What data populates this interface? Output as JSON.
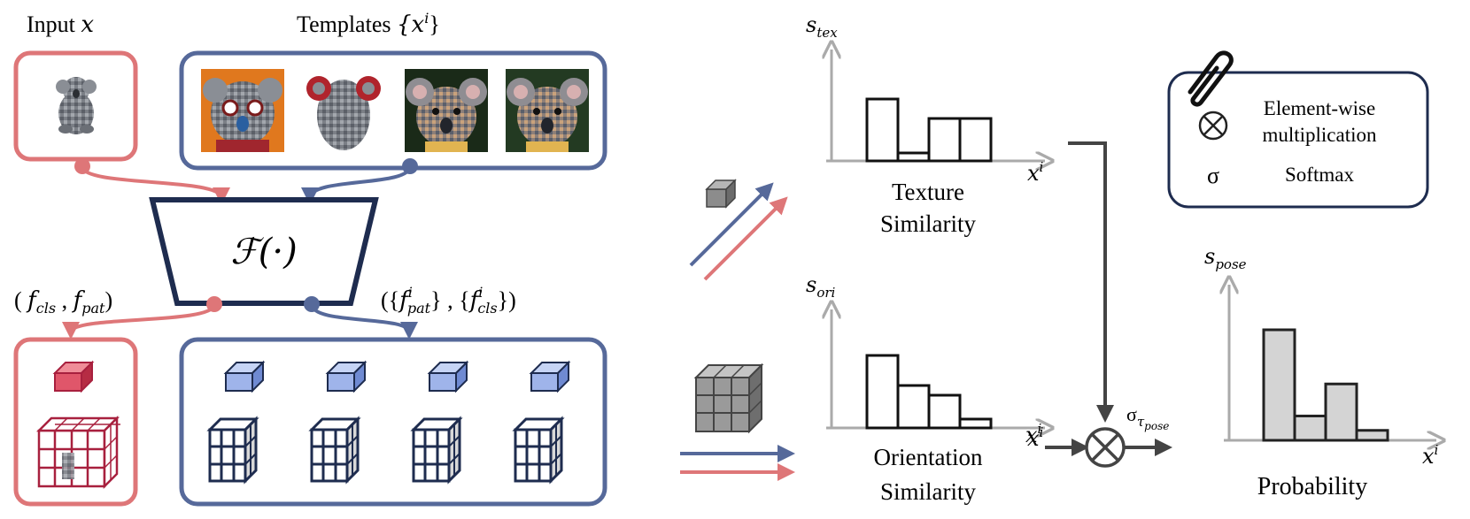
{
  "input": {
    "label_word": "Input",
    "label_var": "x"
  },
  "templates": {
    "label_word": "Templates",
    "label_var": "{x",
    "label_sup": "i",
    "label_close": "}"
  },
  "encoder": {
    "symbol": "ℱ(·)"
  },
  "features_input": {
    "open": "(",
    "f1": "f",
    "f1_sub": "cls",
    "sep": " , ",
    "f2": "f",
    "f2_sub": "pat",
    "close": ")"
  },
  "features_templates": {
    "open": "({",
    "f1": "f",
    "f1_sup": "i",
    "f1_sub": "pat",
    "mid": "} , {",
    "f2": "f",
    "f2_sup": "i",
    "f2_sub": "cls",
    "close": "})"
  },
  "texture_chart": {
    "ylabel": "s",
    "ylabel_sub": "tex",
    "xlabel": "x",
    "xlabel_sup": "i",
    "title_line1": "Texture",
    "title_line2": "Similarity"
  },
  "orientation_chart": {
    "ylabel": "s",
    "ylabel_sub": "ori",
    "xlabel": "x",
    "xlabel_sup": "i",
    "title_line1": "Orientation",
    "title_line2": "Similarity"
  },
  "probability_chart": {
    "ylabel": "s",
    "ylabel_sub": "pose",
    "xlabel": "x",
    "xlabel_sup": "i",
    "title": "Probability"
  },
  "mult_node": {
    "input_label": "x",
    "input_sup": "i",
    "output_label": "σ",
    "output_sub": "τ",
    "output_subsub": "pose"
  },
  "legend": {
    "items": [
      {
        "symbol": "⊗",
        "text_line1": "Element-wise",
        "text_line2": "multiplication"
      },
      {
        "symbol": "σ",
        "text_line1": "Softmax",
        "text_line2": ""
      }
    ]
  },
  "colors": {
    "input_red": "#de7678",
    "template_blue": "#56699a",
    "navy": "#1e2c4f",
    "arrow_gray": "#444444",
    "axis_gray": "#aaaaaa",
    "bar_gray": "#d4d4d4",
    "cube_blue": "#9fb4ea",
    "cube_red": "#e0566a",
    "grid_red": "#a8203e"
  },
  "chart_data": [
    {
      "type": "bar",
      "title": "Texture Similarity",
      "xlabel": "x^i",
      "ylabel": "s_tex",
      "categories": [
        "",
        "",
        "",
        ""
      ],
      "values": [
        0.7,
        0.09,
        0.48,
        0.48
      ]
    },
    {
      "type": "bar",
      "title": "Orientation Similarity",
      "xlabel": "x^i",
      "ylabel": "s_ori",
      "categories": [
        "",
        "",
        "",
        ""
      ],
      "values": [
        0.82,
        0.48,
        0.37,
        0.1
      ]
    },
    {
      "type": "bar",
      "title": "Probability",
      "xlabel": "x^i",
      "ylabel": "s_pose",
      "categories": [
        "",
        "",
        "",
        ""
      ],
      "values": [
        1.0,
        0.22,
        0.51,
        0.09
      ]
    }
  ]
}
